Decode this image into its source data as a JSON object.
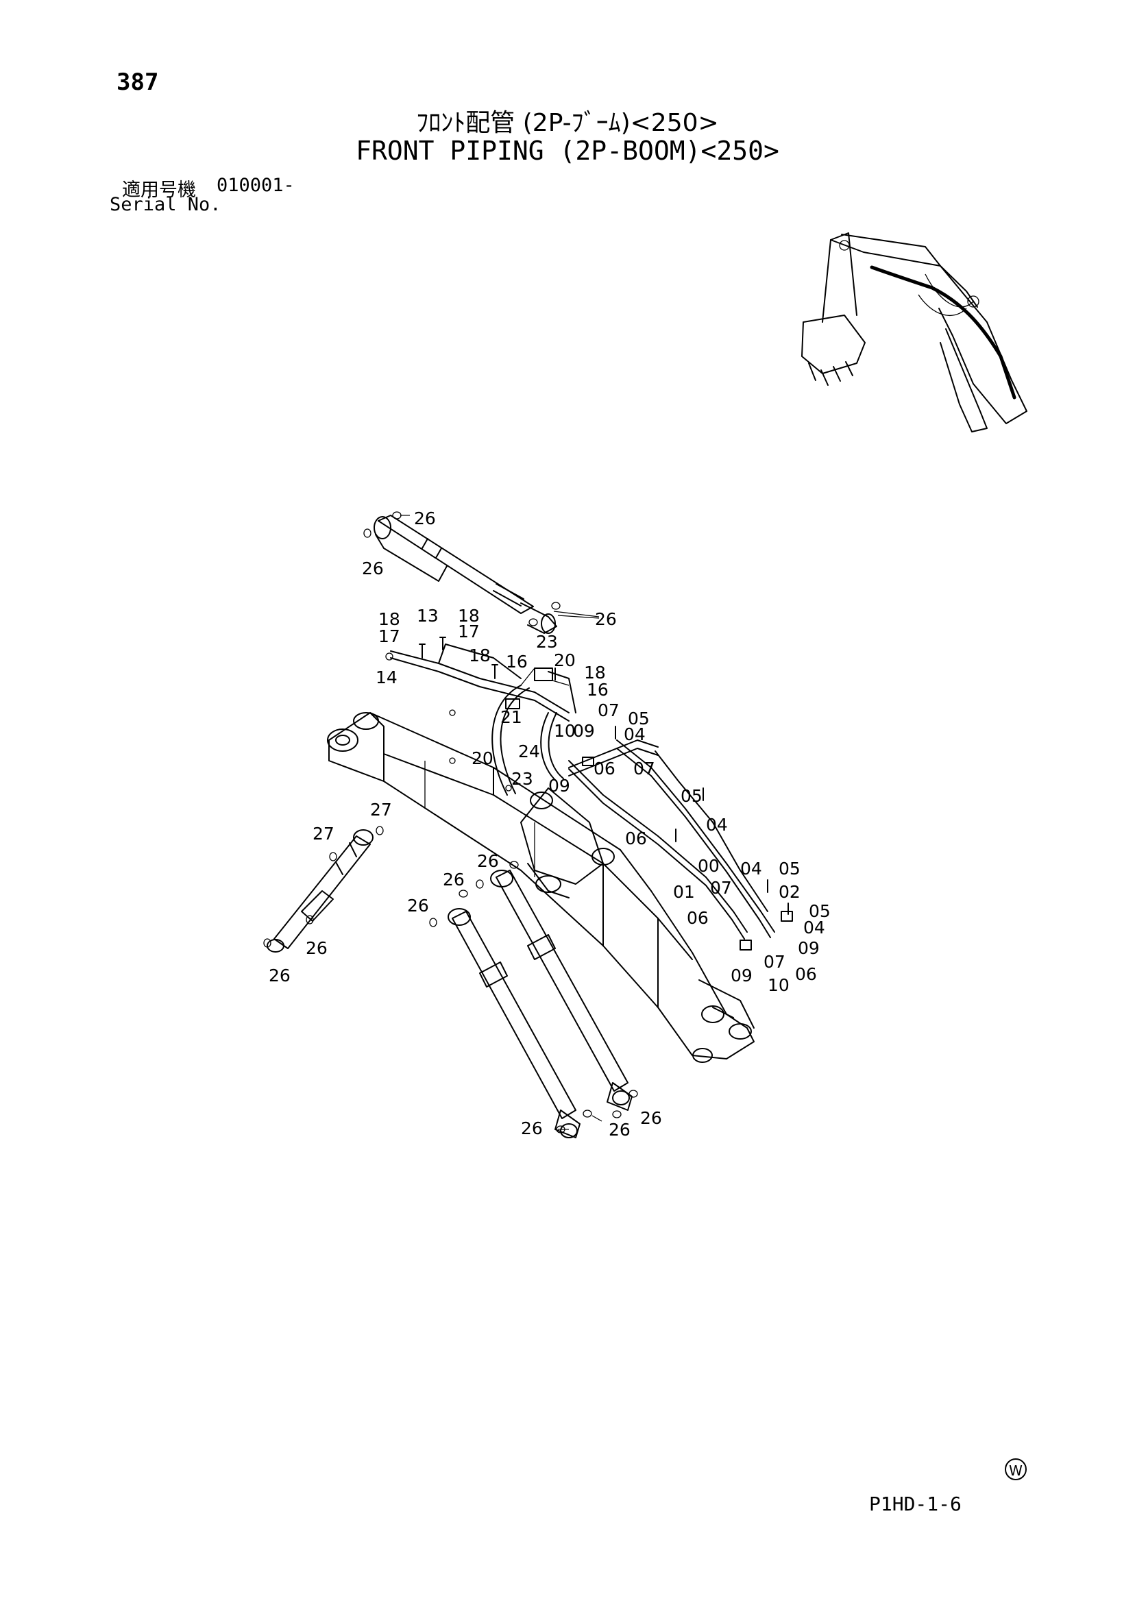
{
  "header": {
    "page_number": "387",
    "title_jp": "ﾌﾛﾝﾄ配管 (2P-ﾌﾞｰﾑ)<250>",
    "title_en": "FRONT PIPING (2P-BOOM)<250>",
    "serial_label_jp": "適用号機",
    "serial_value": "010001-",
    "serial_label_en": "Serial No."
  },
  "footer": {
    "doc_code": "P1HD-1-6",
    "w_mark": "W"
  },
  "callouts": [
    "26",
    "26",
    "26",
    "18",
    "13",
    "18",
    "17",
    "17",
    "18",
    "16",
    "23",
    "20",
    "18",
    "16",
    "14",
    "21",
    "07",
    "05",
    "10",
    "09",
    "04",
    "24",
    "20",
    "23",
    "09",
    "06",
    "07",
    "05",
    "04",
    "06",
    "27",
    "27",
    "26",
    "26",
    "26",
    "26",
    "26",
    "00",
    "04",
    "05",
    "01",
    "07",
    "02",
    "06",
    "05",
    "04",
    "09",
    "07",
    "09",
    "06",
    "10",
    "26",
    "26",
    "26"
  ]
}
